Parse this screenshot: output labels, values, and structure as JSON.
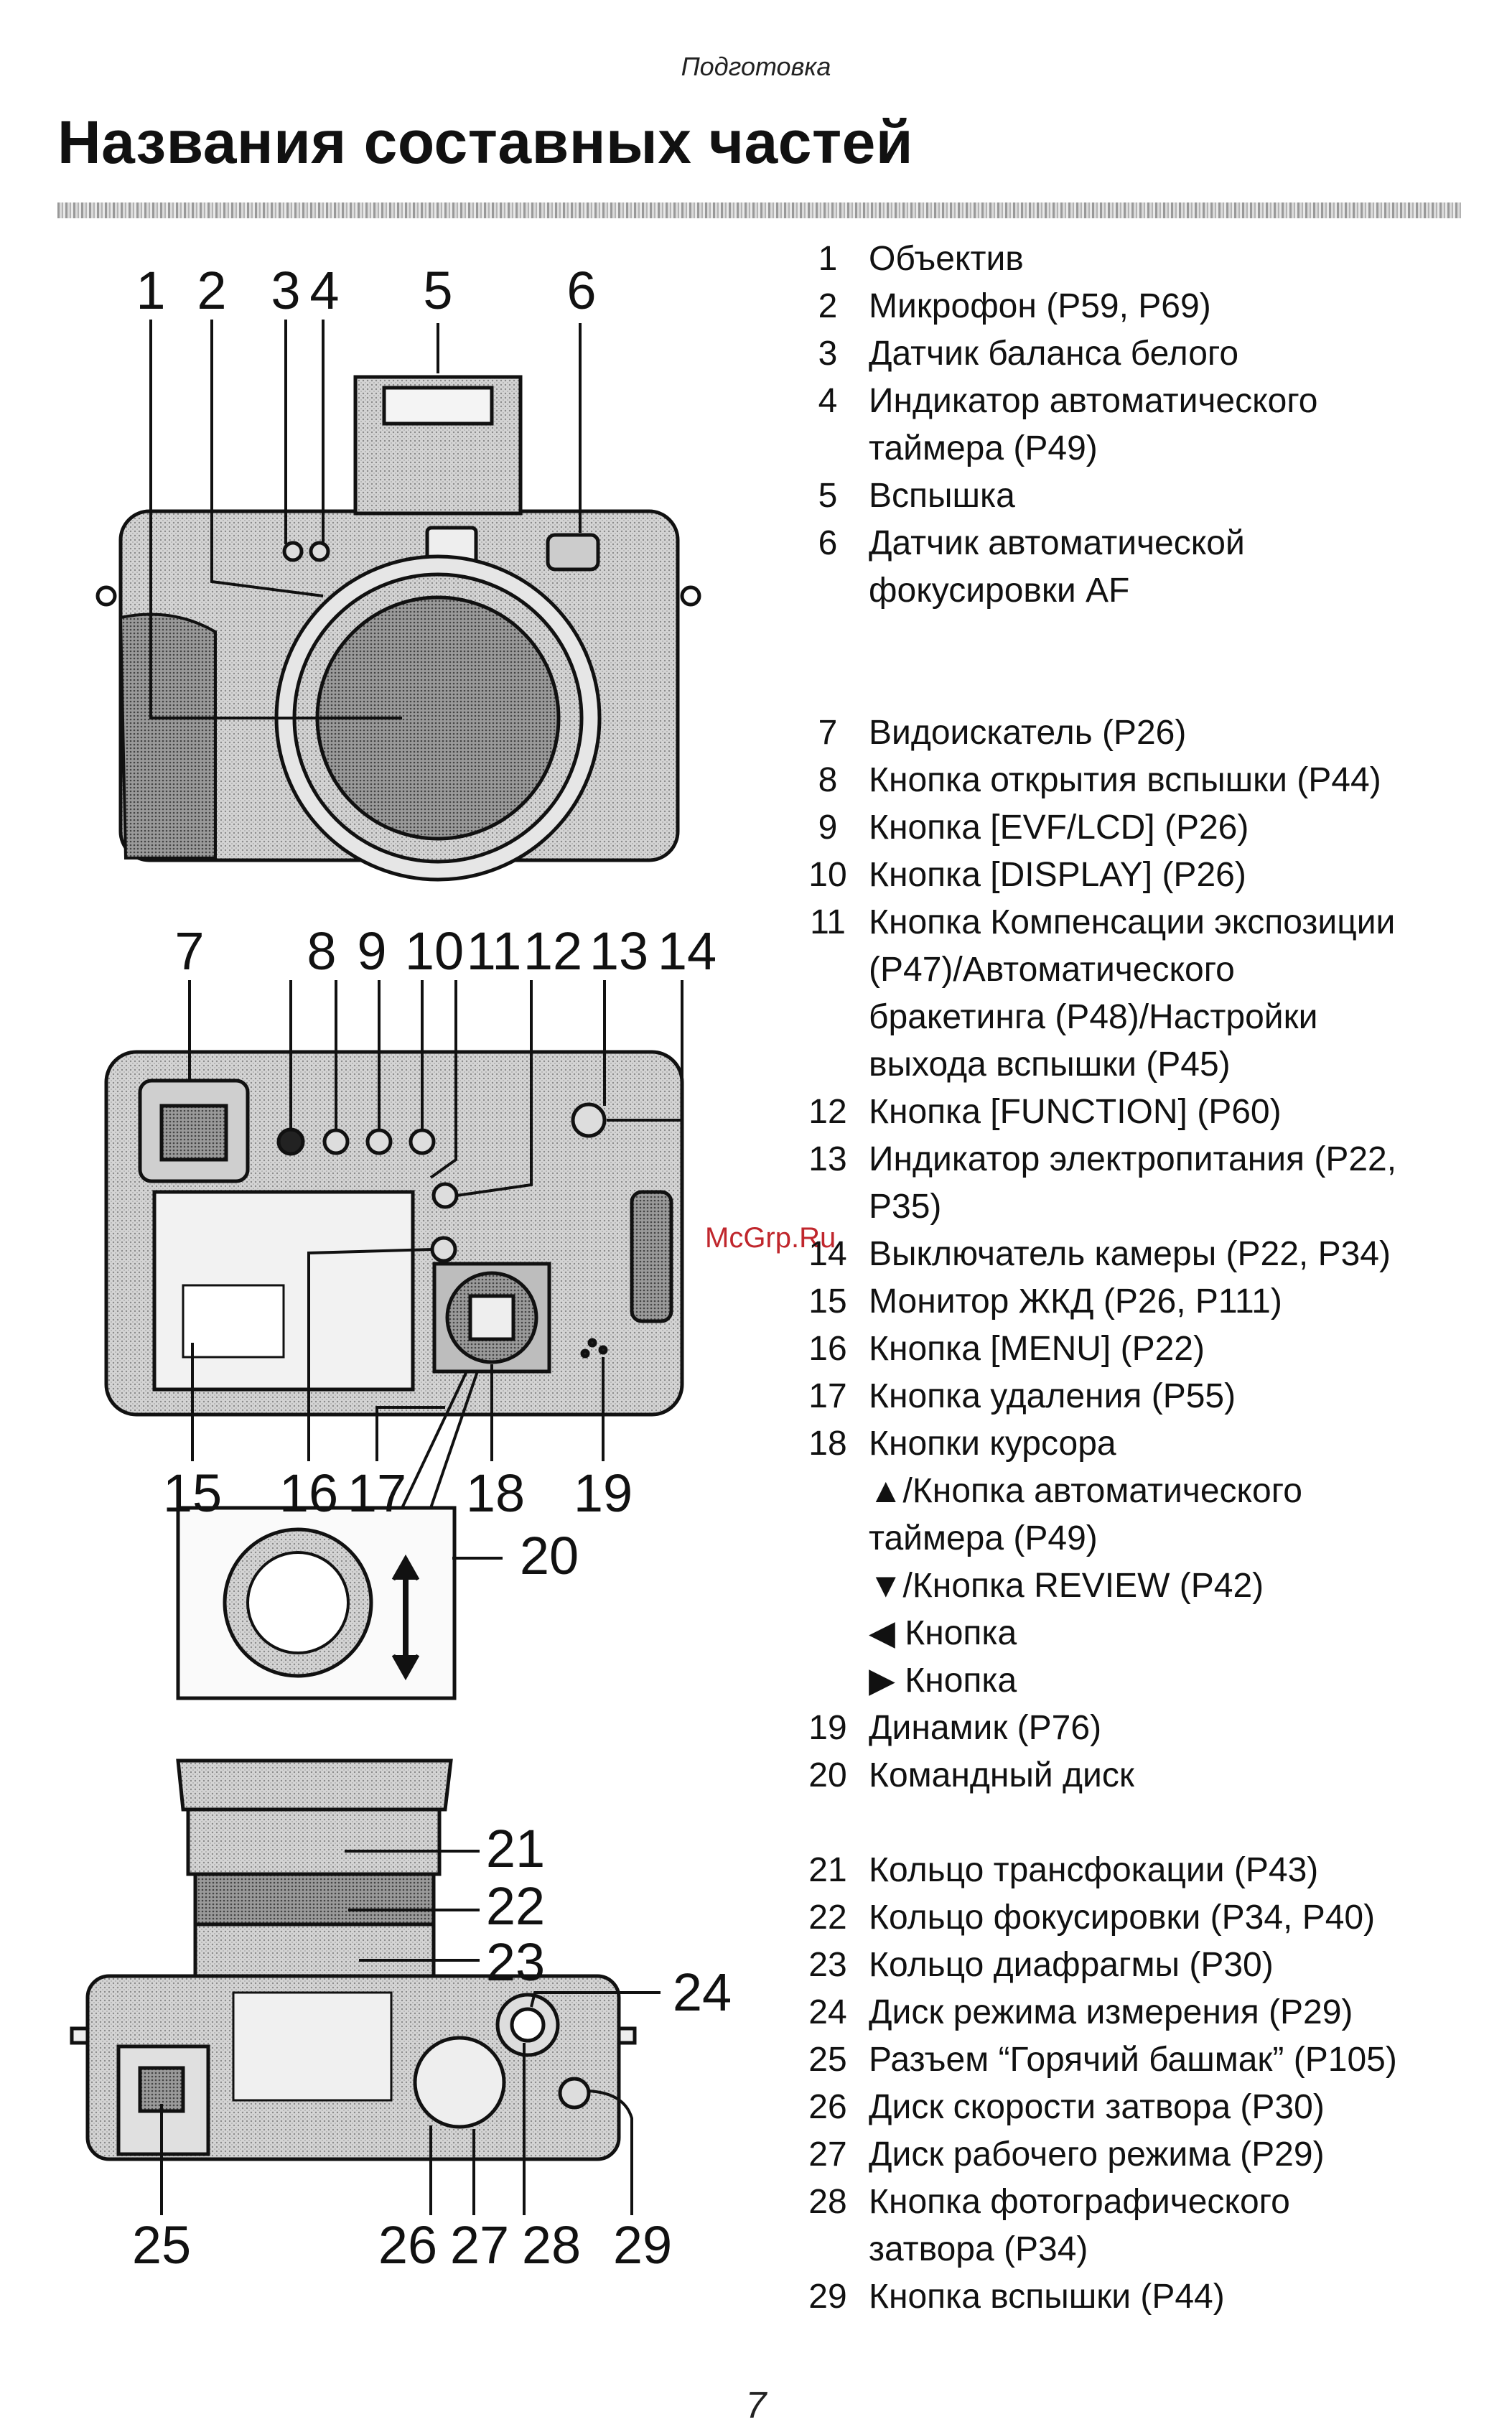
{
  "header": {
    "section": "Подготовка",
    "title": "Названия составных частей"
  },
  "watermark": "McGrp.Ru",
  "page_number": "7",
  "callouts": {
    "front": [
      "1",
      "2",
      "3",
      "4",
      "5",
      "6"
    ],
    "rear": [
      "7",
      "8",
      "9",
      "10",
      "11",
      "12",
      "13",
      "14",
      "15",
      "16",
      "17",
      "18",
      "19",
      "20"
    ],
    "top": [
      "21",
      "22",
      "23",
      "24",
      "25",
      "26",
      "27",
      "28",
      "29"
    ]
  },
  "parts": [
    {
      "num": "1",
      "lines": [
        "Объектив"
      ]
    },
    {
      "num": "2",
      "lines": [
        "Микрофон (P59, P69)"
      ]
    },
    {
      "num": "3",
      "lines": [
        "Датчик баланса белого"
      ]
    },
    {
      "num": "4",
      "lines": [
        "Индикатор автоматического",
        "таймера (P49)"
      ]
    },
    {
      "num": "5",
      "lines": [
        "Вспышка"
      ]
    },
    {
      "num": "6",
      "lines": [
        "Датчик автоматической",
        "фокусировки AF"
      ]
    },
    {
      "num": "7",
      "lines": [
        "Видоискатель (P26)"
      ]
    },
    {
      "num": "8",
      "lines": [
        "Кнопка открытия вспышки (P44)"
      ]
    },
    {
      "num": "9",
      "lines": [
        "Кнопка [EVF/LCD] (P26)"
      ]
    },
    {
      "num": "10",
      "lines": [
        "Кнопка [DISPLAY] (P26)"
      ]
    },
    {
      "num": "11",
      "lines": [
        "Кнопка Компенсации экспозиции",
        "(P47)/Автоматического",
        "бракетинга (P48)/Настройки",
        "выхода вспышки (P45)"
      ]
    },
    {
      "num": "12",
      "lines": [
        "Кнопка [FUNCTION] (P60)"
      ]
    },
    {
      "num": "13",
      "lines": [
        "Индикатор электропитания (P22,",
        "P35)"
      ]
    },
    {
      "num": "14",
      "lines": [
        "Выключатель камеры (P22, P34)"
      ]
    },
    {
      "num": "15",
      "lines": [
        "Монитор ЖКД (P26, P111)"
      ]
    },
    {
      "num": "16",
      "lines": [
        "Кнопка [MENU] (P22)"
      ]
    },
    {
      "num": "17",
      "lines": [
        "Кнопка удаления (P55)"
      ]
    },
    {
      "num": "18",
      "lines": [
        "Кнопки курсора"
      ]
    },
    {
      "num": "19",
      "lines": [
        "Динамик (P76)"
      ]
    },
    {
      "num": "20",
      "lines": [
        "Командный диск"
      ]
    },
    {
      "num": "21",
      "lines": [
        "Кольцо трансфокации (P43)"
      ]
    },
    {
      "num": "22",
      "lines": [
        "Кольцо фокусировки (P34, P40)"
      ]
    },
    {
      "num": "23",
      "lines": [
        "Кольцо диафрагмы (P30)"
      ]
    },
    {
      "num": "24",
      "lines": [
        "Диск режима измерения (P29)"
      ]
    },
    {
      "num": "25",
      "lines": [
        "Разъем “Горячий башмак” (P105)"
      ]
    },
    {
      "num": "26",
      "lines": [
        "Диск скорости затвора (P30)"
      ]
    },
    {
      "num": "27",
      "lines": [
        "Диск рабочего режима (P29)"
      ]
    },
    {
      "num": "28",
      "lines": [
        "Кнопка фотографического",
        "затвора (P34)"
      ]
    },
    {
      "num": "29",
      "lines": [
        "Кнопка вспышки (P44)"
      ]
    }
  ],
  "cursor_keys": [
    "▲/Кнопка автоматического",
    "таймера (P49)",
    "▼/Кнопка  REVIEW (P42)",
    "◀ Кнопка",
    "▶ Кнопка"
  ]
}
